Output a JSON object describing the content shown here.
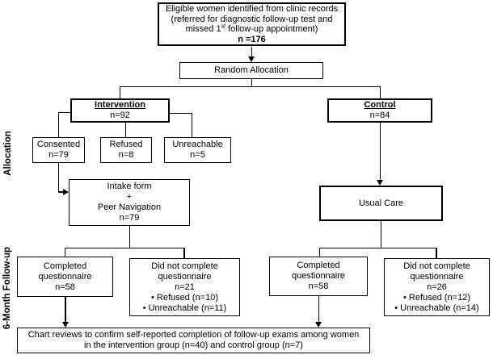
{
  "figure": {
    "section_labels": {
      "allocation": "Allocation",
      "six_month_follow_up": "6-Month Follow-up"
    },
    "eligible_box": {
      "line1": "Eligible women identified from clinic records",
      "line2": "(referred for diagnostic follow-up test and",
      "line3_prefix": "missed 1",
      "line3_superscript": "st",
      "line3_suffix": " follow-up appointment)",
      "count": "n =176"
    },
    "random_allocation_box": {
      "label": "Random Allocation"
    },
    "intervention_box": {
      "title": "Intervention",
      "count": "n=92"
    },
    "control_box": {
      "title": "Control",
      "count": "n=84"
    },
    "consented_box": {
      "text": "Consented\nn=79"
    },
    "refused_box": {
      "text": "Refused\nn=8"
    },
    "unreachable_box": {
      "text": "Unreachable\nn=5"
    },
    "intake_box": {
      "text": "Intake form\n+\nPeer Navigation\nn=79"
    },
    "usual_care_box": {
      "label": "Usual Care"
    },
    "intervention_completed_box": {
      "text": "Completed\nquestionnaire\nn=58"
    },
    "intervention_not_completed_box": {
      "text": "Did not complete\nquestionnaire\nn=21\n• Refused (n=10)\n• Unreachable (n=11)"
    },
    "control_completed_box": {
      "text": "Completed\nquestionnaire\nn=58"
    },
    "control_not_completed_box": {
      "text": "Did not complete\nquestionnaire\nn=26\n• Refused (n=12)\n• Unreachable (n=14)"
    },
    "chart_review_box": {
      "text": "Chart reviews to confirm self-reported completion of follow-up exams among women\nin the intervention group (n=40) and control group (n=7)"
    }
  }
}
